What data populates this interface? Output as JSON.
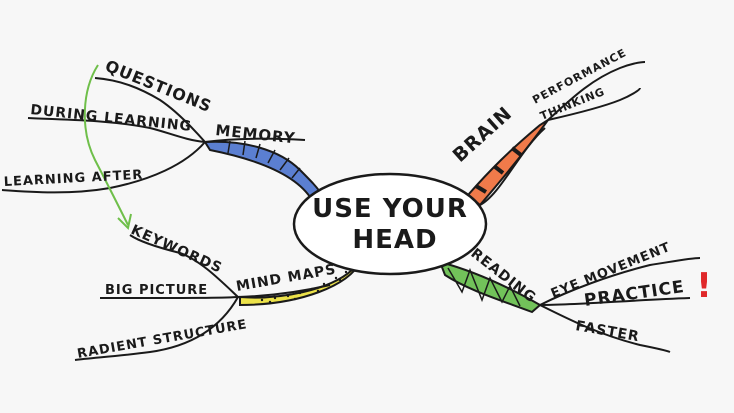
{
  "center": {
    "line1": "USE YOUR",
    "line2": "HEAD"
  },
  "branches": {
    "memory": {
      "label": "MEMORY",
      "color": "#5b7fd1",
      "children": [
        "QUESTIONS",
        "DURING LEARNING",
        "LEARNING AFTER"
      ]
    },
    "mind_maps": {
      "label": "MIND MAPS",
      "color": "#ece24a",
      "children": [
        "KEYWORDS",
        "BIG PICTURE",
        "RADIENT STRUCTURE"
      ]
    },
    "brain": {
      "label": "BRAIN",
      "color": "#f07a4a",
      "children": [
        "PERFORMANCE",
        "THINKING"
      ]
    },
    "reading": {
      "label": "READING",
      "color": "#72c25a",
      "children": [
        "EYE MOVEMENT",
        "PRACTICE",
        "FASTER"
      ]
    }
  },
  "practice_mark": "!",
  "colors": {
    "arrow": "#6fbf4a",
    "exclamation": "#e0282a",
    "ink": "#1a1a1a"
  }
}
